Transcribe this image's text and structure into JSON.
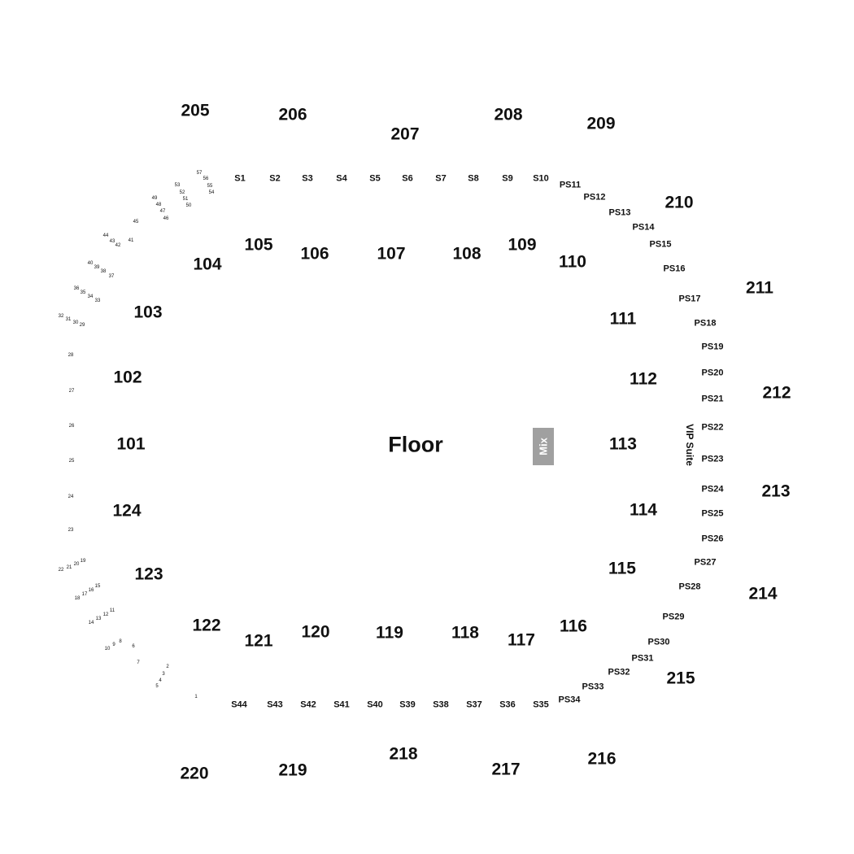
{
  "floor": {
    "label": "Floor"
  },
  "mix": {
    "label": "Mix",
    "color": "#a0a0a0"
  },
  "vip": {
    "label": "VIP Suite"
  },
  "upper_sections": [
    {
      "label": "205"
    },
    {
      "label": "206"
    },
    {
      "label": "207"
    },
    {
      "label": "208"
    },
    {
      "label": "209"
    },
    {
      "label": "210"
    },
    {
      "label": "211"
    },
    {
      "label": "212"
    },
    {
      "label": "213"
    },
    {
      "label": "214"
    },
    {
      "label": "215"
    },
    {
      "label": "216"
    },
    {
      "label": "217"
    },
    {
      "label": "218"
    },
    {
      "label": "219"
    },
    {
      "label": "220"
    }
  ],
  "lower_sections": [
    {
      "label": "101"
    },
    {
      "label": "102"
    },
    {
      "label": "103"
    },
    {
      "label": "104"
    },
    {
      "label": "105"
    },
    {
      "label": "106"
    },
    {
      "label": "107"
    },
    {
      "label": "108"
    },
    {
      "label": "109"
    },
    {
      "label": "110"
    },
    {
      "label": "111"
    },
    {
      "label": "112"
    },
    {
      "label": "113"
    },
    {
      "label": "114"
    },
    {
      "label": "115"
    },
    {
      "label": "116"
    },
    {
      "label": "117"
    },
    {
      "label": "118"
    },
    {
      "label": "119"
    },
    {
      "label": "120"
    },
    {
      "label": "121"
    },
    {
      "label": "122"
    },
    {
      "label": "123"
    },
    {
      "label": "124"
    }
  ],
  "suites_top": [
    {
      "label": "S1"
    },
    {
      "label": "S2"
    },
    {
      "label": "S3"
    },
    {
      "label": "S4"
    },
    {
      "label": "S5"
    },
    {
      "label": "S6"
    },
    {
      "label": "S7"
    },
    {
      "label": "S8"
    },
    {
      "label": "S9"
    },
    {
      "label": "S10"
    }
  ],
  "suites_bottom": [
    {
      "label": "S44"
    },
    {
      "label": "S43"
    },
    {
      "label": "S42"
    },
    {
      "label": "S41"
    },
    {
      "label": "S40"
    },
    {
      "label": "S39"
    },
    {
      "label": "S38"
    },
    {
      "label": "S37"
    },
    {
      "label": "S36"
    },
    {
      "label": "S35"
    }
  ],
  "party_suites": [
    {
      "label": "PS11"
    },
    {
      "label": "PS12"
    },
    {
      "label": "PS13"
    },
    {
      "label": "PS14"
    },
    {
      "label": "PS15"
    },
    {
      "label": "PS16"
    },
    {
      "label": "PS17"
    },
    {
      "label": "PS18"
    },
    {
      "label": "PS19"
    },
    {
      "label": "PS20"
    },
    {
      "label": "PS21"
    },
    {
      "label": "PS22"
    },
    {
      "label": "PS23"
    },
    {
      "label": "PS24"
    },
    {
      "label": "PS25"
    },
    {
      "label": "PS26"
    },
    {
      "label": "PS27"
    },
    {
      "label": "PS28"
    },
    {
      "label": "PS29"
    },
    {
      "label": "PS30"
    },
    {
      "label": "PS31"
    },
    {
      "label": "PS32"
    },
    {
      "label": "PS33"
    },
    {
      "label": "PS34"
    }
  ],
  "row_numbers": [
    "1",
    "2",
    "3",
    "4",
    "5",
    "6",
    "7",
    "8",
    "9",
    "10",
    "11",
    "12",
    "13",
    "14",
    "15",
    "16",
    "17",
    "18",
    "19",
    "20",
    "21",
    "22",
    "23",
    "24",
    "25",
    "26",
    "27",
    "28",
    "29",
    "30",
    "31",
    "32",
    "33",
    "34",
    "35",
    "36",
    "37",
    "38",
    "39",
    "40",
    "41",
    "42",
    "43",
    "44",
    "45",
    "46",
    "47",
    "48",
    "49",
    "50",
    "51",
    "52",
    "53",
    "54",
    "55",
    "56",
    "57"
  ]
}
